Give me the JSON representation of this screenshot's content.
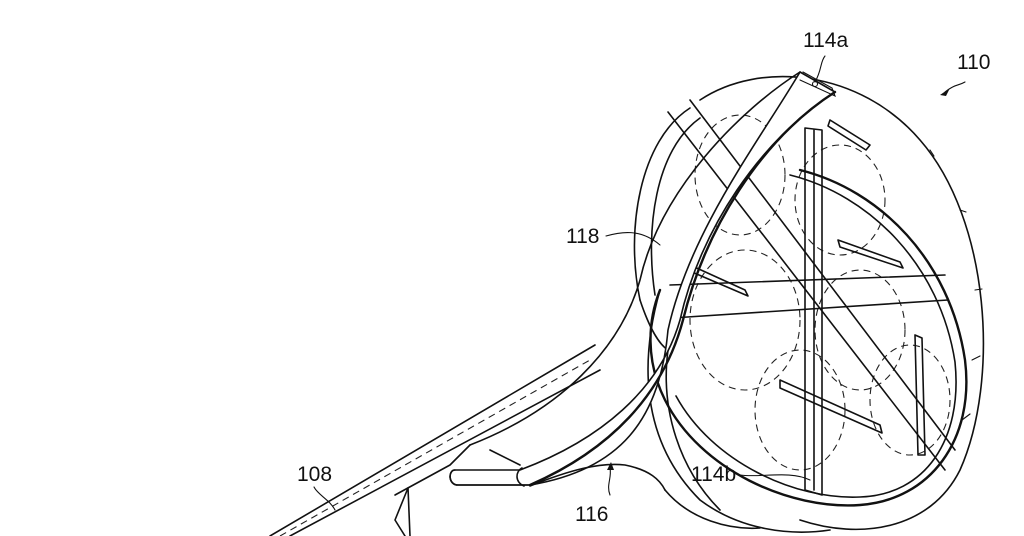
{
  "figure": {
    "type": "patent-line-drawing",
    "line_color": "#111111",
    "background": "#ffffff"
  },
  "labels": {
    "assembly": "110",
    "top_strap_end": "114a",
    "bottom_strap_end": "114b",
    "strap": "118",
    "handle": "108",
    "underside": "116"
  }
}
